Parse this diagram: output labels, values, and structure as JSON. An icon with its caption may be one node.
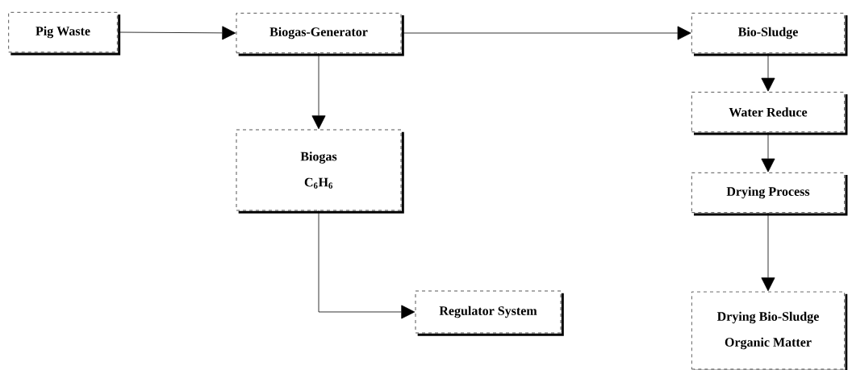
{
  "diagram": {
    "nodes": [
      {
        "text": [
          "Pig  Waste"
        ]
      },
      {
        "text": [
          "Biogas-Generator"
        ]
      },
      {
        "text": [
          "Biogas",
          "C$_{6}$H$_{6}$"
        ]
      },
      {
        "text": [
          "Regulator System"
        ]
      },
      {
        "text": [
          "Bio-Sludge"
        ]
      },
      {
        "text": [
          "Water Reduce"
        ]
      },
      {
        "text": [
          "Drying Process"
        ]
      },
      {
        "text": [
          "Drying Bio-Sludge",
          "Organic  Matter"
        ]
      }
    ],
    "edges": [
      {
        "from": 0,
        "to": 1,
        "arrow": "to"
      },
      {
        "from": 1,
        "to": 4,
        "arrow": "to"
      },
      {
        "from": 1,
        "to": 2,
        "arrow": "to"
      },
      {
        "from": 2,
        "to": 3,
        "arrow": "to"
      },
      {
        "from": 4,
        "to": 5,
        "arrow": "to"
      },
      {
        "from": 5,
        "to": 6,
        "arrow": "to"
      },
      {
        "from": 6,
        "to": 7,
        "arrow": "to"
      }
    ]
  }
}
